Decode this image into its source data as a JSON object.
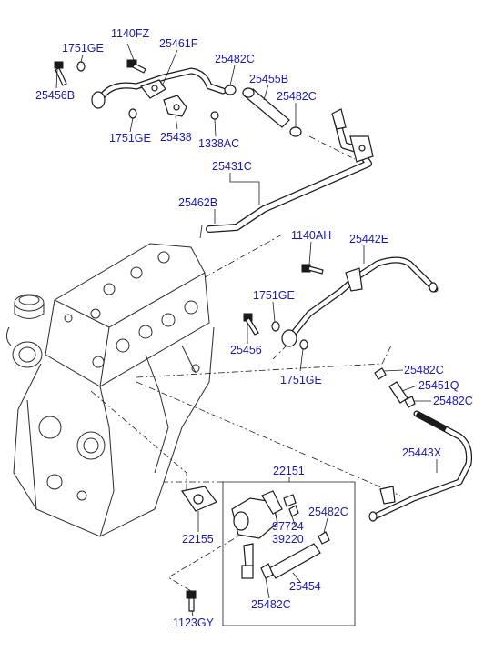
{
  "diagram": {
    "labels": {
      "p1140FZ": "1140FZ",
      "p25461F": "25461F",
      "p1751GE_a": "1751GE",
      "p25456B": "25456B",
      "p25482C_a": "25482C",
      "p25455B": "25455B",
      "p25482C_b": "25482C",
      "p1751GE_b": "1751GE",
      "p25438": "25438",
      "p1338AC": "1338AC",
      "p25431C": "25431C",
      "p25462B": "25462B",
      "p1140AH": "1140AH",
      "p25442E": "25442E",
      "p1751GE_c": "1751GE",
      "p25456": "25456",
      "p1751GE_d": "1751GE",
      "p25482C_c": "25482C",
      "p25451Q": "25451Q",
      "p25482C_d": "25482C",
      "p25443X": "25443X",
      "p22151": "22151",
      "p25482C_e": "25482C",
      "p97724": "97724",
      "p39220": "39220",
      "p22155": "22155",
      "p25454": "25454",
      "p25482C_f": "25482C",
      "p1123GY": "1123GY"
    }
  }
}
